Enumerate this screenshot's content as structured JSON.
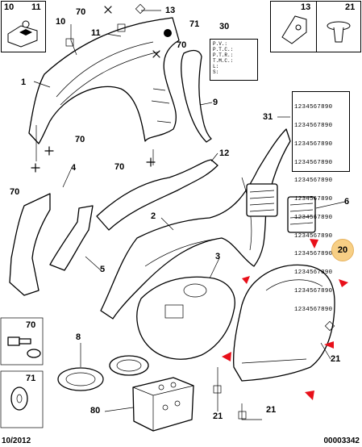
{
  "inset_left": {
    "labels": [
      "10",
      "11"
    ]
  },
  "inset_right": {
    "labels": [
      "13",
      "21"
    ]
  },
  "callouts": {
    "c70a": "70",
    "c13": "13",
    "c10": "10",
    "c11": "11",
    "c71": "71",
    "c30": "30",
    "c70b": "70",
    "c1": "1",
    "c9": "9",
    "c31": "31",
    "c70c": "70",
    "c12": "12",
    "c70d": "70",
    "c70e": "70",
    "c4": "4",
    "c6": "6",
    "c2": "2",
    "c5": "5",
    "c3": "3",
    "c8": "8",
    "c21a": "21",
    "c21b": "21",
    "c21c": "21",
    "c80": "80"
  },
  "badge_20": "20",
  "side_70": "70",
  "side_71": "71",
  "chart_30_lines": [
    "P.V.:",
    "P.T.C.:",
    "P.T.R.:",
    "T.M.C.:",
    "L:",
    "S:"
  ],
  "grid_31_lines": [
    "1234567890",
    "1234567890",
    "1234567890",
    "1234567890",
    "1234567890",
    "1234567890",
    "1234567890",
    "1234567890",
    "1234567890",
    "1234567890",
    "1234567890",
    "1234567890"
  ],
  "footer": {
    "date": "10/2012",
    "code": "00003342"
  },
  "colors": {
    "accent_arrow": "#e8101a",
    "badge_fill": "#f7cf85"
  }
}
